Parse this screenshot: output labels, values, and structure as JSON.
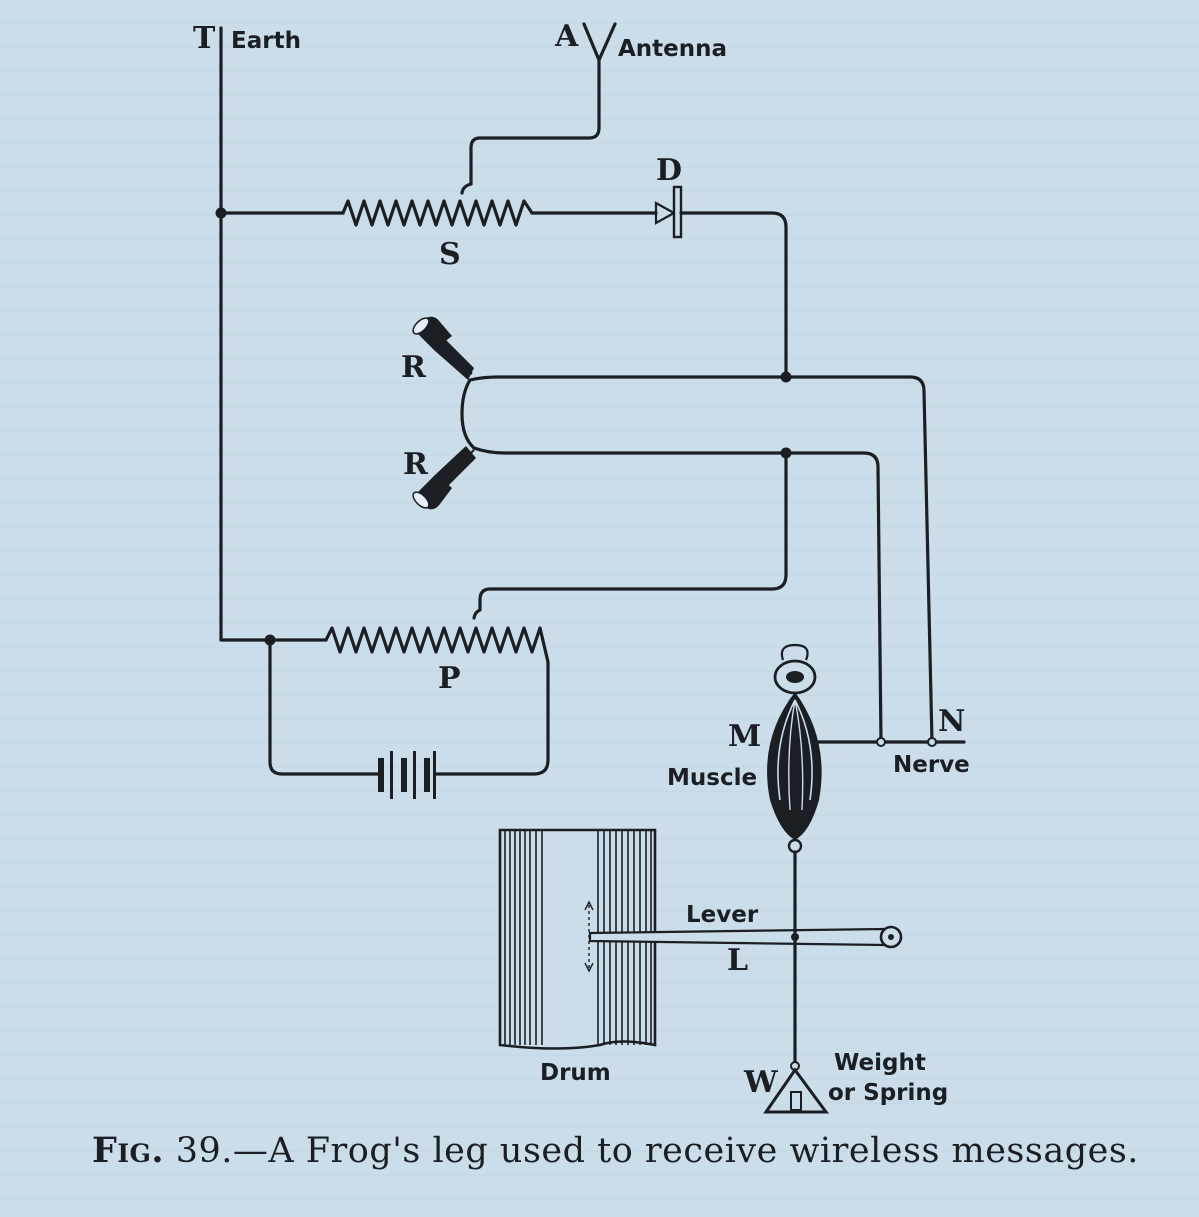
{
  "labels": {
    "T": "T",
    "earth": "Earth",
    "A": "A",
    "antenna": "Antenna",
    "D": "D",
    "S": "S",
    "R1": "R",
    "R2": "R",
    "P": "P",
    "M": "M",
    "muscle": "Muscle",
    "N": "N",
    "nerve": "Nerve",
    "lever": "Lever",
    "L": "L",
    "drum": "Drum",
    "W": "W",
    "weight_line1": "Weight",
    "weight_line2": "or Spring"
  },
  "caption": {
    "fig": "Fig.",
    "text": " 39.—A Frog's leg used to receive wireless messages."
  },
  "colors": {
    "ink": "#1b1f24",
    "paper": "#cadde9"
  }
}
